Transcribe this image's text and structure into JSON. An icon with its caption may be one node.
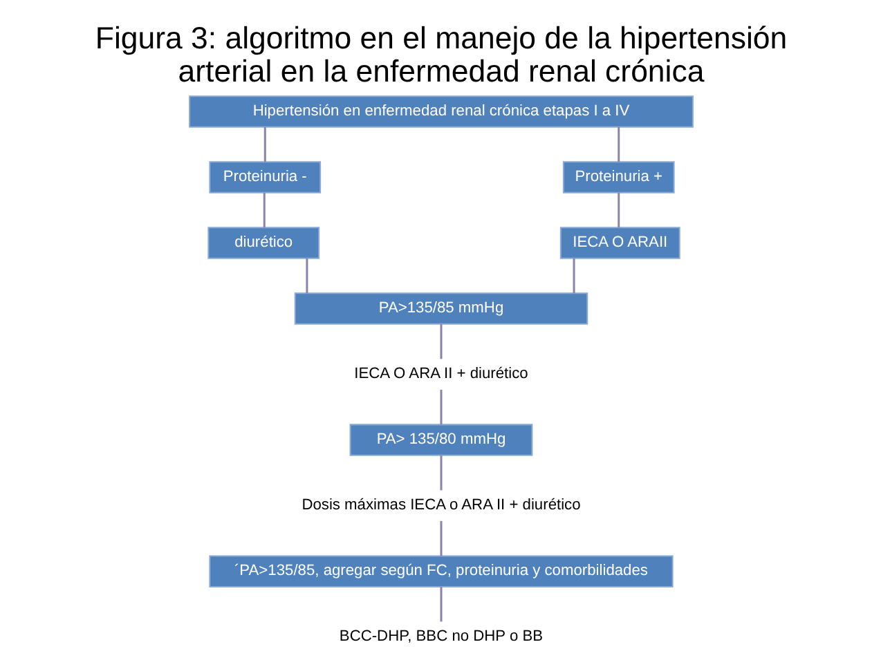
{
  "diagram": {
    "title": "Figura 3: algoritmo en el manejo de la hipertensión arterial en la enfermedad renal crónica",
    "nodes": [
      {
        "text": [
          "Hipertensión en enfermedad renal crónica etapas I a IV"
        ]
      },
      {
        "text": [
          "Proteinuria -"
        ]
      },
      {
        "text": [
          "diurético"
        ]
      },
      {
        "text": [
          "Proteinuria +"
        ]
      },
      {
        "text": [
          "IECA O ARAII"
        ]
      },
      {
        "text": [
          "PA>135/85 mmHg"
        ]
      },
      {
        "text": [
          "IECA O ARA II + diurético"
        ]
      },
      {
        "text": [
          "PA> 135/80 mmHg"
        ]
      },
      {
        "text": [
          "Dosis máximas IECA o ARA II + diurético"
        ]
      },
      {
        "text": [
          "´PA>135/85, agregar según FC, proteinuria y comorbilidades"
        ]
      },
      {
        "text": [
          "BCC-DHP, BBC no DHP o BB"
        ]
      }
    ],
    "edges": [
      {
        "from": 0,
        "to": 1,
        "arrow": "none"
      },
      {
        "from": 1,
        "to": 2,
        "arrow": "none"
      },
      {
        "from": 0,
        "to": 3,
        "arrow": "none"
      },
      {
        "from": 3,
        "to": 4,
        "arrow": "none"
      },
      {
        "from": 2,
        "to": 5,
        "arrow": "none"
      },
      {
        "from": 4,
        "to": 5,
        "arrow": "none"
      },
      {
        "from": 5,
        "to": 6,
        "arrow": "none"
      },
      {
        "from": 6,
        "to": 7,
        "arrow": "none"
      },
      {
        "from": 7,
        "to": 8,
        "arrow": "none"
      },
      {
        "from": 8,
        "to": 9,
        "arrow": "none"
      },
      {
        "from": 9,
        "to": 10,
        "arrow": "none"
      }
    ]
  }
}
